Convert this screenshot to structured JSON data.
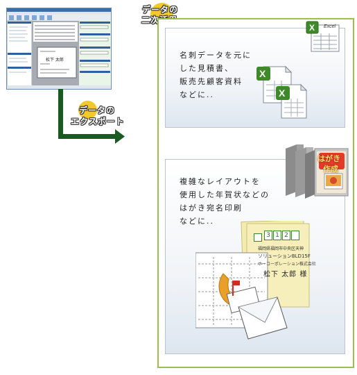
{
  "header": {
    "line1": "データの",
    "line2": "二次活用"
  },
  "export_label": {
    "line1": "データの",
    "line2": "エクスポート"
  },
  "panel1": {
    "lines": [
      "名刺データを元に",
      "した見積書、",
      "販売先顧客資料",
      "などに.."
    ]
  },
  "panel2": {
    "lines": [
      "複雑なレイアウトを",
      "使用した年賀状などの",
      "はがき宛名印刷",
      "などに.."
    ]
  },
  "excel_badge": "Excel",
  "book_title": [
    "はがき",
    "作成"
  ],
  "postcard": {
    "postal_code_digits": [
      "3",
      "1",
      "2"
    ],
    "address_line1": "福岡県福岡市中央区天神",
    "address_line2": "ソリューションBLD15F",
    "address_line3": "ホーコーポレーション株式会社",
    "name": "松下 太郎 様"
  },
  "colors": {
    "border_green": "#9bbf48",
    "arrow_green": "#1a5a22",
    "highlight_yellow": "#f2c82c",
    "excel_green": "#3e8a2a",
    "postal_red": "#cc2d1e"
  }
}
